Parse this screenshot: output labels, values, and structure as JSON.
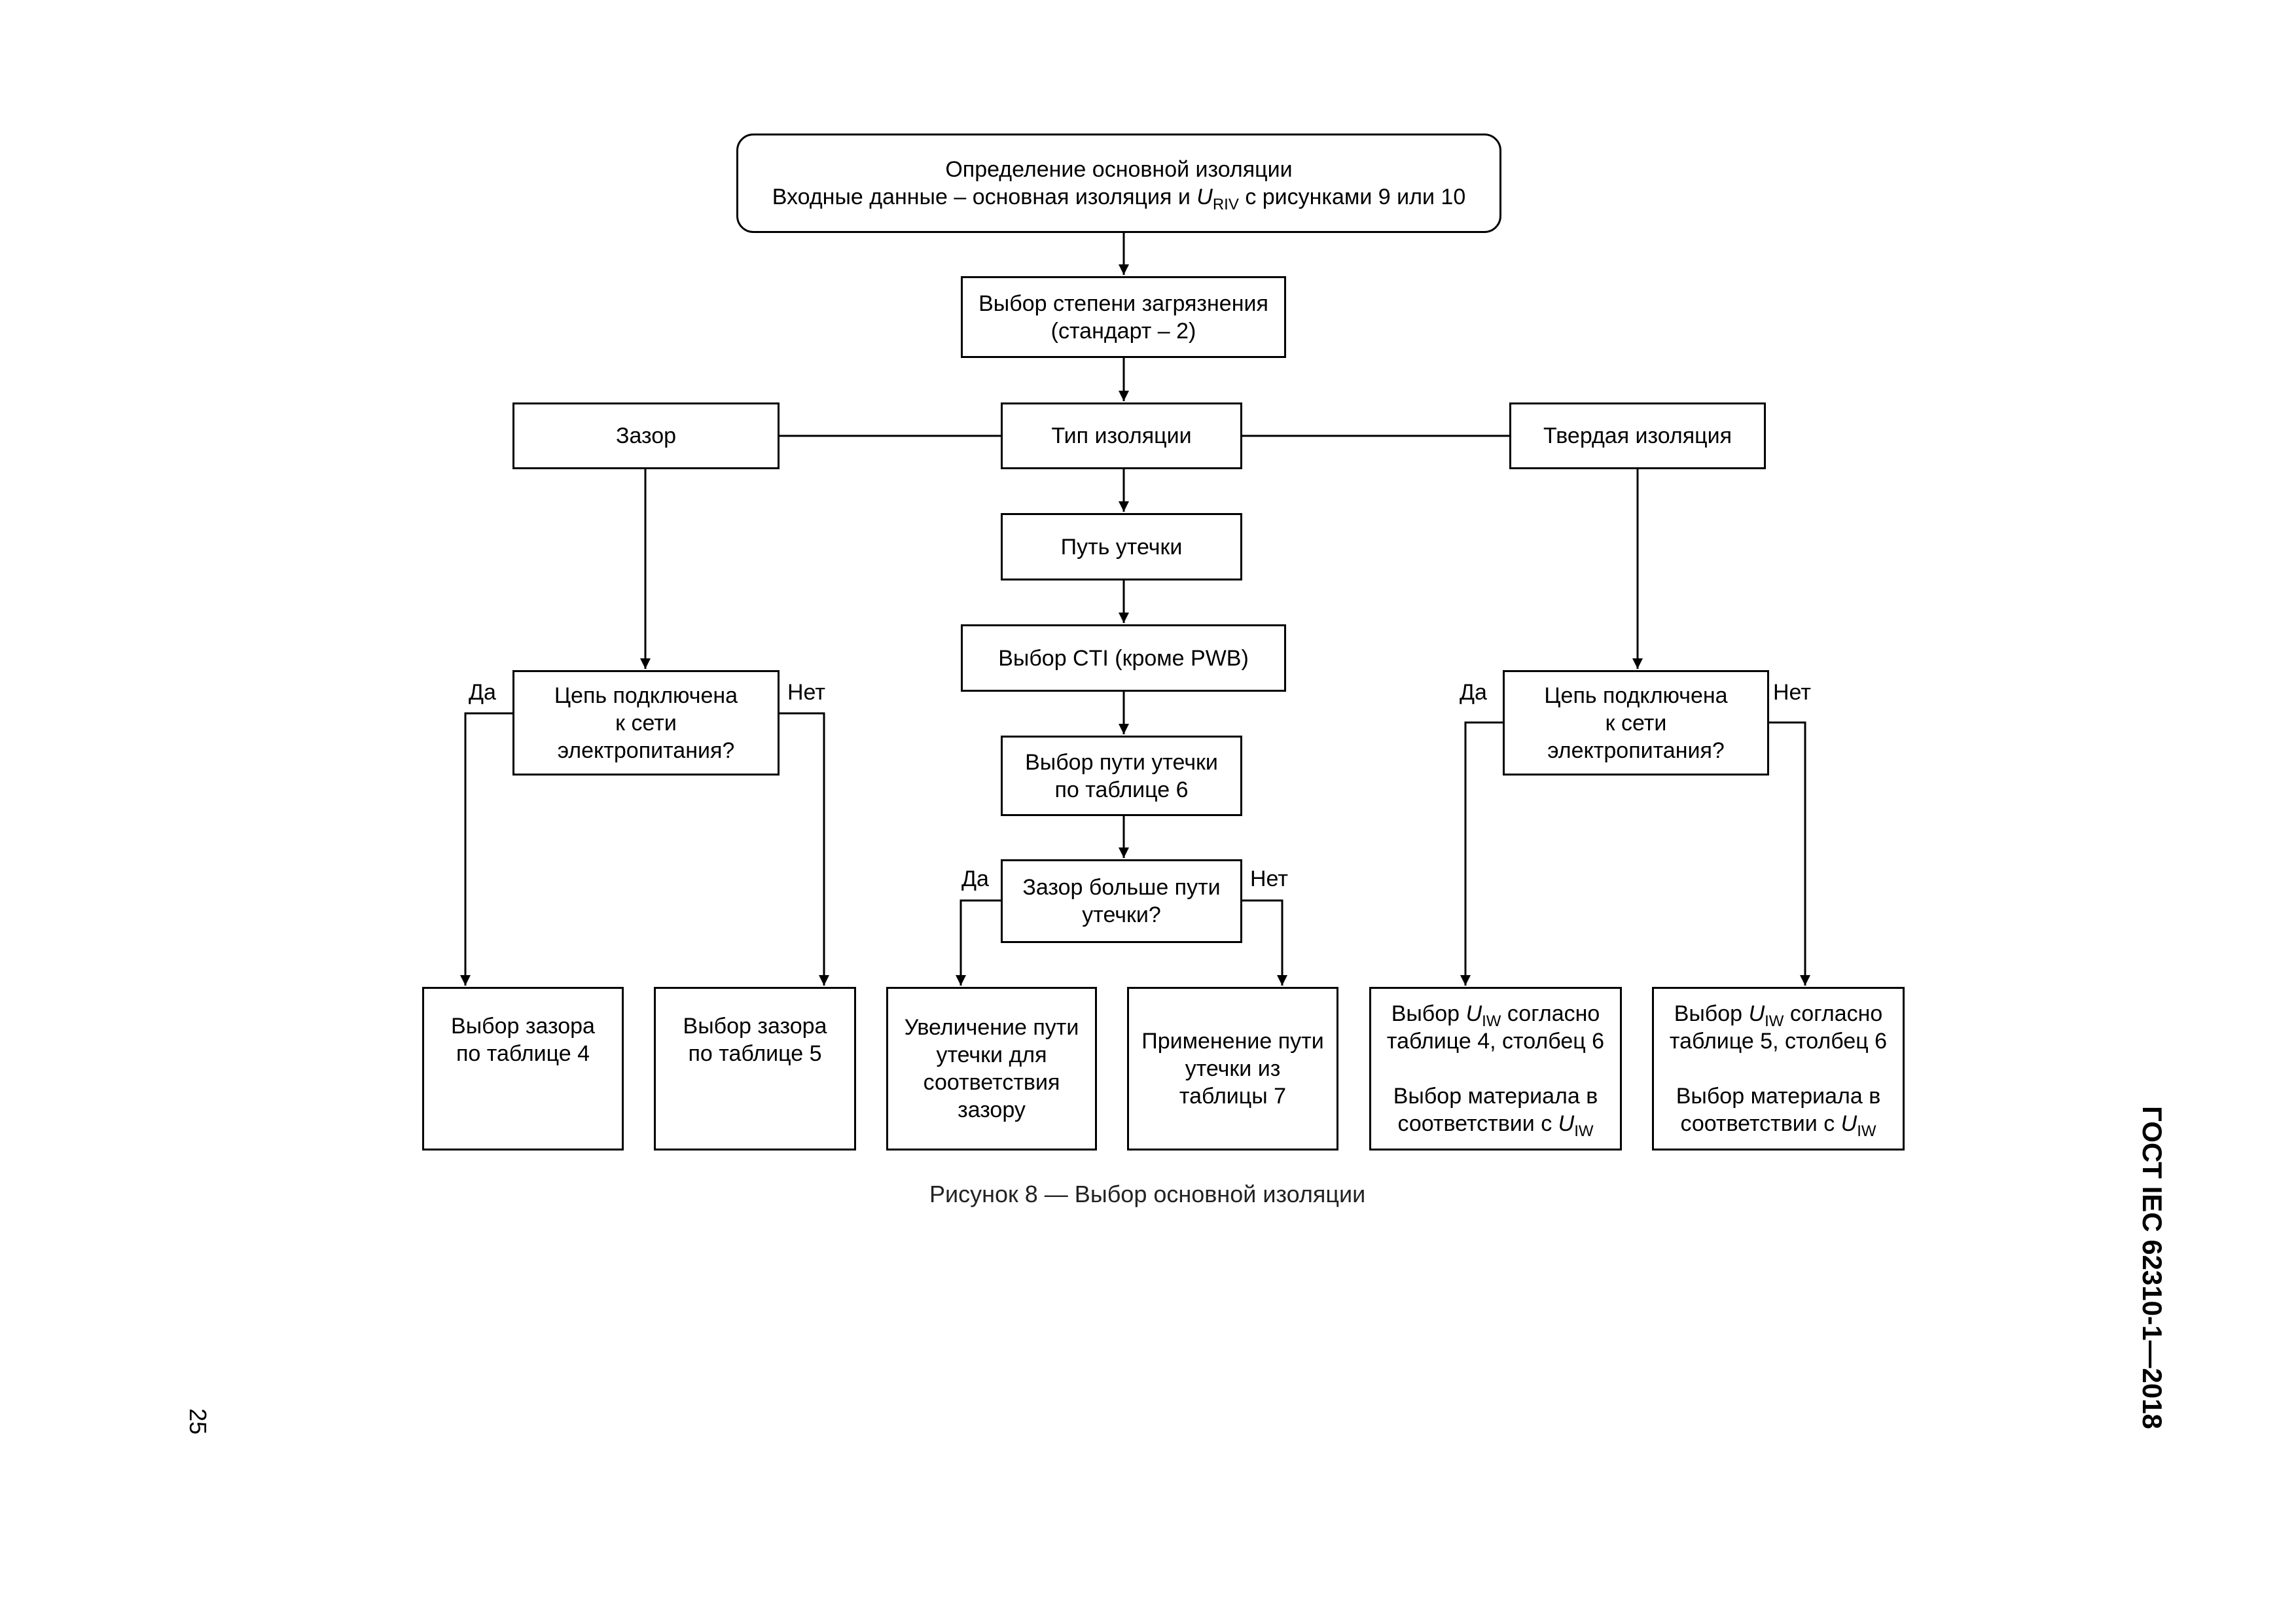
{
  "figure": {
    "caption": "Рисунок 8 — Выбор основной изоляции",
    "page_number": "25",
    "document_title": "ГОСТ IEC 62310-1—2018"
  },
  "nodes": {
    "start": {
      "line1": "Определение основной изоляции",
      "line2_before": "Входные данные – основная изоляция и",
      "line2_var": "U",
      "line2_sub": "RIV",
      "line2_after": "с рисунками 9 или 10"
    },
    "pollution": {
      "line1": "Выбор степени загрязнения",
      "line2": "(стандарт – 2)"
    },
    "insulation_type": {
      "line1": "Тип изоляции"
    },
    "clearance": {
      "line1": "Зазор"
    },
    "solid": {
      "line1": "Твердая изоляция"
    },
    "creepage": {
      "line1": "Путь утечки"
    },
    "cti": {
      "line1": "Выбор CTI (кроме PWB)"
    },
    "creepage_table6": {
      "line1": "Выбор пути утечки",
      "line2": "по таблице 6"
    },
    "clearance_vs_creepage": {
      "line1": "Зазор больше пути",
      "line2": "утечки?"
    },
    "mains_left": {
      "line1": "Цепь подключена",
      "line2": "к сети",
      "line3": "электропитания?"
    },
    "mains_right": {
      "line1": "Цепь подключена",
      "line2": "к сети",
      "line3": "электропитания?"
    },
    "out_table4": {
      "line1": "Выбор зазора",
      "line2": "по таблице 4"
    },
    "out_table5": {
      "line1": "Выбор зазора",
      "line2": "по таблице 5"
    },
    "out_increase": {
      "line1": "Увеличение пути",
      "line2": "утечки для",
      "line3": "соответствия",
      "line4": "зазору"
    },
    "out_table7": {
      "line1": "Применение пути",
      "line2": "утечки из",
      "line3": "таблицы 7"
    },
    "out_uiw4": {
      "l1_before": "Выбор",
      "l1_var": "U",
      "l1_sub": "IW",
      "l1_after": "согласно",
      "l2": "таблице 4, столбец 6",
      "l3": "Выбор материала в",
      "l4_before": "соответствии с",
      "l4_var": "U",
      "l4_sub": "IW"
    },
    "out_uiw5": {
      "l1_before": "Выбор",
      "l1_var": "U",
      "l1_sub": "IW",
      "l1_after": "согласно",
      "l2": "таблице 5, столбец 6",
      "l3": "Выбор материала в",
      "l4_before": "соответствии с",
      "l4_var": "U",
      "l4_sub": "IW"
    }
  },
  "edge_labels": {
    "left_yes": "Да",
    "left_no": "Нет",
    "mid_yes": "Да",
    "mid_no": "Нет",
    "right_yes": "Да",
    "right_no": "Нет"
  },
  "edges": [
    {
      "from": "start",
      "to": "pollution"
    },
    {
      "from": "pollution",
      "to": "insulation_type"
    },
    {
      "from": "insulation_type",
      "to": "clearance"
    },
    {
      "from": "insulation_type",
      "to": "solid"
    },
    {
      "from": "insulation_type",
      "to": "creepage"
    },
    {
      "from": "creepage",
      "to": "cti"
    },
    {
      "from": "cti",
      "to": "creepage_table6"
    },
    {
      "from": "creepage_table6",
      "to": "clearance_vs_creepage"
    },
    {
      "from": "clearance",
      "to": "mains_left"
    },
    {
      "from": "solid",
      "to": "mains_right"
    },
    {
      "from": "mains_left",
      "to": "out_table4",
      "label": "Да"
    },
    {
      "from": "mains_left",
      "to": "out_table5",
      "label": "Нет"
    },
    {
      "from": "clearance_vs_creepage",
      "to": "out_increase",
      "label": "Да"
    },
    {
      "from": "clearance_vs_creepage",
      "to": "out_table7",
      "label": "Нет"
    },
    {
      "from": "mains_right",
      "to": "out_uiw4",
      "label": "Да"
    },
    {
      "from": "mains_right",
      "to": "out_uiw5",
      "label": "Нет"
    }
  ]
}
